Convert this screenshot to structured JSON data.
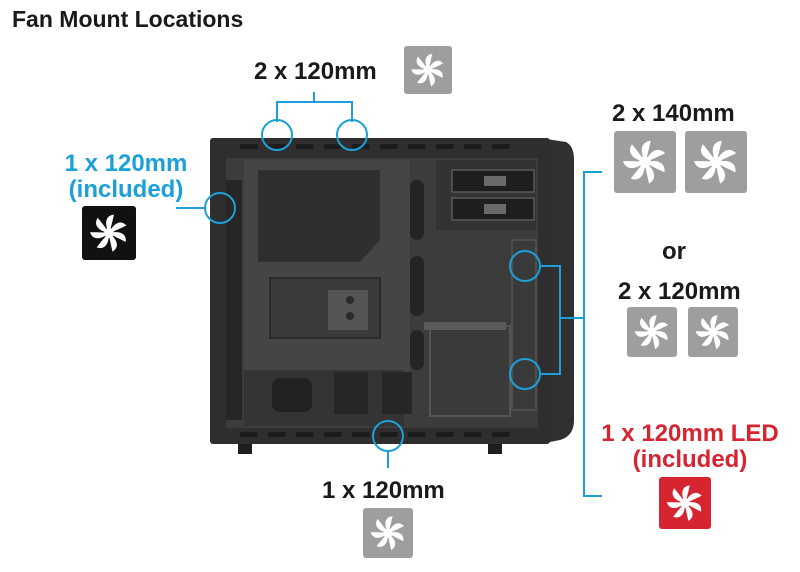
{
  "title": "Fan Mount Locations",
  "labels": {
    "top": "2 x 120mm",
    "front_top": "2 x 140mm",
    "or": "or",
    "front_bottom": "2 x 120mm",
    "rear_line1": "1 x 120mm",
    "rear_line2": "(included)",
    "bottom": "1 x 120mm",
    "led_line1": "1 x 120mm LED",
    "led_line2": "(included)"
  },
  "colors": {
    "blue": "#1ba0d8",
    "red": "#d62431",
    "gray_fan": "#9e9e9e",
    "black_fan": "#111111",
    "case": "#2a2a2a"
  },
  "icons": {
    "fan": "fan-icon",
    "case": "computer-case-icon"
  }
}
